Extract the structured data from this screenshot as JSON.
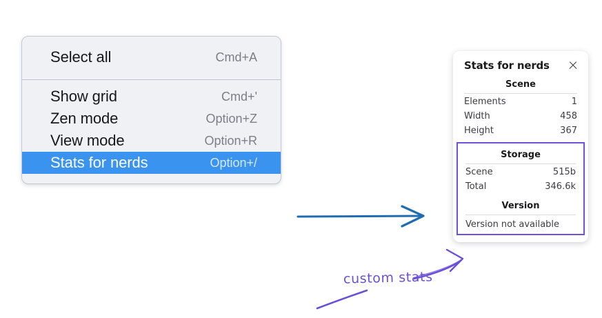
{
  "context_menu": {
    "name": "canvas-context-menu",
    "groups": [
      {
        "items": [
          {
            "label": "Select all",
            "shortcut": "Cmd+A",
            "selected": false
          }
        ]
      },
      {
        "items": [
          {
            "label": "Show grid",
            "shortcut": "Cmd+'",
            "selected": false
          },
          {
            "label": "Zen mode",
            "shortcut": "Option+Z",
            "selected": false
          },
          {
            "label": "View mode",
            "shortcut": "Option+R",
            "selected": false
          },
          {
            "label": "Stats for nerds",
            "shortcut": "Option+/",
            "selected": true
          }
        ]
      }
    ],
    "highlight_color": "#3a94ef",
    "background_color": "#eff1f4"
  },
  "stats_panel": {
    "title": "Stats for nerds",
    "close_icon": "close-icon",
    "sections": [
      {
        "heading": "Scene",
        "rows": [
          {
            "key": "Elements",
            "value": "1"
          },
          {
            "key": "Width",
            "value": "458"
          },
          {
            "key": "Height",
            "value": "367"
          }
        ]
      },
      {
        "heading": "Storage",
        "rows": [
          {
            "key": "Scene",
            "value": "515b"
          },
          {
            "key": "Total",
            "value": "346.6k"
          }
        ]
      },
      {
        "heading": "Version",
        "note": "Version not available",
        "rows": []
      }
    ],
    "highlight_border_color": "#7050d8"
  },
  "annotations": {
    "text": "custom stats",
    "text_color": "#6b4fd8",
    "blue_arrow_color": "#1f6cb0"
  }
}
